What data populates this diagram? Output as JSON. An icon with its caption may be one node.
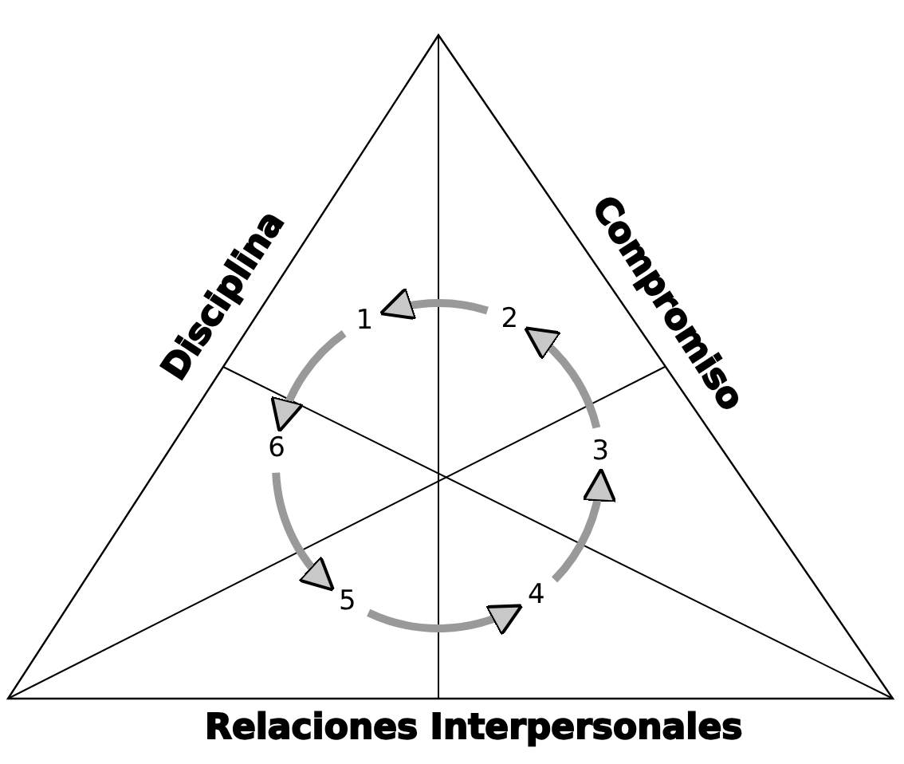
{
  "diagram": {
    "nodes": [
      {
        "text": [
          "1"
        ]
      },
      {
        "text": [
          "2"
        ]
      },
      {
        "text": [
          "3"
        ]
      },
      {
        "text": [
          "4"
        ]
      },
      {
        "text": [
          "5"
        ]
      },
      {
        "text": [
          "6"
        ]
      }
    ],
    "edges": [
      {
        "from": 0,
        "to": 5,
        "arrow": "to"
      },
      {
        "from": 5,
        "to": 4,
        "arrow": "to"
      },
      {
        "from": 4,
        "to": 3,
        "arrow": "to"
      },
      {
        "from": 3,
        "to": 2,
        "arrow": "to"
      },
      {
        "from": 2,
        "to": 1,
        "arrow": "to"
      },
      {
        "from": 1,
        "to": 0,
        "arrow": "to"
      }
    ],
    "labels": [
      "Disciplina",
      "Compromiso",
      "Relaciones Interpersonales"
    ]
  }
}
